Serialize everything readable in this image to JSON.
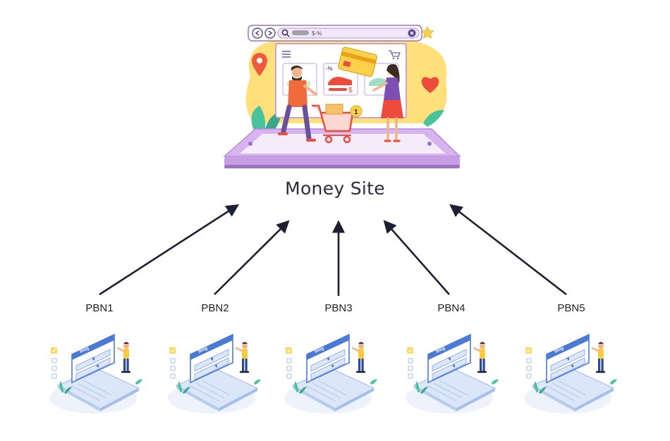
{
  "money_site": {
    "title": "Money Site",
    "illustration": {
      "search_text": "$-%",
      "discount_tag": "-%",
      "price_tag": "$",
      "cart_count": "1",
      "icons": [
        "back-icon",
        "forward-icon",
        "search-icon",
        "close-icon",
        "star-icon",
        "list-icon",
        "cart-icon",
        "location-pin-icon",
        "heart-icon"
      ]
    }
  },
  "pbns": [
    {
      "label": "PBN1",
      "screen_text": "blog"
    },
    {
      "label": "PBN2",
      "screen_text": "blog"
    },
    {
      "label": "PBN3",
      "screen_text": "blog"
    },
    {
      "label": "PBN4",
      "screen_text": "blog"
    },
    {
      "label": "PBN5",
      "screen_text": "blog"
    }
  ],
  "colors": {
    "arrow": "#1d2033",
    "accent_purple": "#c79de3",
    "accent_yellow": "#ffd85a",
    "accent_red": "#ef4b3c",
    "blog_blue": "#4b79d6"
  }
}
